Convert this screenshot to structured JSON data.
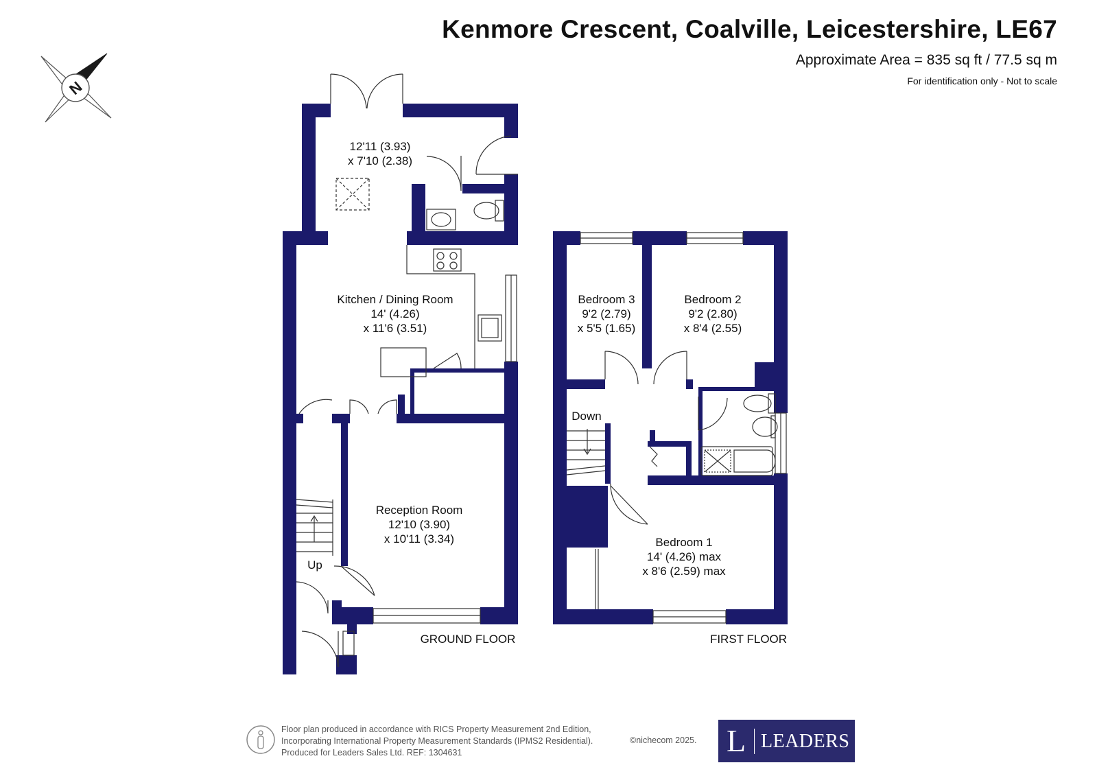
{
  "header": {
    "title": "Kenmore Crescent, Coalville, Leicestershire, LE67",
    "area": "Approximate Area = 835 sq ft / 77.5 sq m",
    "note": "For identification only - Not to scale"
  },
  "compass": {
    "label": "N"
  },
  "ground_floor": {
    "label": "GROUND FLOOR",
    "stairs_label": "Up",
    "rooms": [
      {
        "name": "",
        "dim1": "12'11 (3.93)",
        "dim2": "x 7'10 (2.38)"
      },
      {
        "name": "Kitchen / Dining Room",
        "dim1": "14' (4.26)",
        "dim2": "x 11'6 (3.51)"
      },
      {
        "name": "Reception Room",
        "dim1": "12'10 (3.90)",
        "dim2": "x 10'11 (3.34)"
      }
    ]
  },
  "first_floor": {
    "label": "FIRST FLOOR",
    "stairs_label": "Down",
    "rooms": [
      {
        "name": "Bedroom 3",
        "dim1": "9'2 (2.79)",
        "dim2": "x 5'5 (1.65)"
      },
      {
        "name": "Bedroom 2",
        "dim1": "9'2 (2.80)",
        "dim2": "x 8'4 (2.55)"
      },
      {
        "name": "Bedroom 1",
        "dim1": "14' (4.26) max",
        "dim2": "x 8'6 (2.59) max"
      }
    ]
  },
  "footer": {
    "line1": "Floor plan produced in accordance with RICS Property Measurement 2nd Edition,",
    "line2": "Incorporating International Property Measurement Standards (IPMS2 Residential).",
    "line3": "Produced for Leaders Sales Ltd.   REF: 1304631",
    "copyright": "©nichecom 2025.",
    "logo_letter": "L",
    "logo_text": "LEADERS"
  },
  "colors": {
    "wall": "#1b1a6b",
    "logo_bg": "#2b2a6d"
  }
}
